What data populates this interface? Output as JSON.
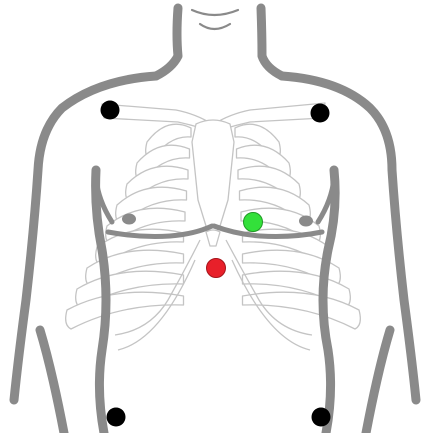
{
  "diagram": {
    "kind": "torso-electrode-placement",
    "colors": {
      "body_outline": "#8a8a8a",
      "bone_outline": "#c4c4c4",
      "limb_electrode": "#000000",
      "chest_electrode_green": "#33e03a",
      "chest_electrode_red": "#e8202a",
      "nipple": "#8a8a8a"
    },
    "electrodes": [
      {
        "id": "right-arm",
        "color": "#000000"
      },
      {
        "id": "left-arm",
        "color": "#000000"
      },
      {
        "id": "right-leg",
        "color": "#000000"
      },
      {
        "id": "left-leg",
        "color": "#000000"
      },
      {
        "id": "chest-green",
        "color": "#33e03a"
      },
      {
        "id": "chest-red",
        "color": "#e8202a"
      }
    ]
  }
}
